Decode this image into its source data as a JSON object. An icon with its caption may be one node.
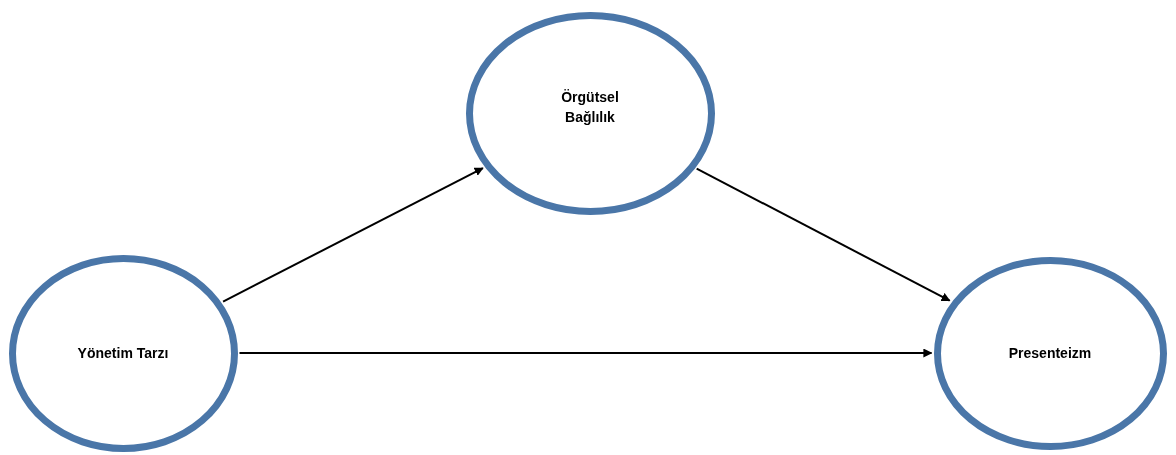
{
  "diagram": {
    "nodes": [
      {
        "text": [
          "Yönetim Tarzı"
        ]
      },
      {
        "text": [
          "Örgütsel Bağlılık"
        ]
      },
      {
        "text": [
          "Presenteizm"
        ]
      }
    ],
    "edges": [
      {
        "from": 0,
        "to": 1,
        "arrow": "to"
      },
      {
        "from": 1,
        "to": 2,
        "arrow": "to"
      },
      {
        "from": 0,
        "to": 2,
        "arrow": "to"
      }
    ]
  }
}
